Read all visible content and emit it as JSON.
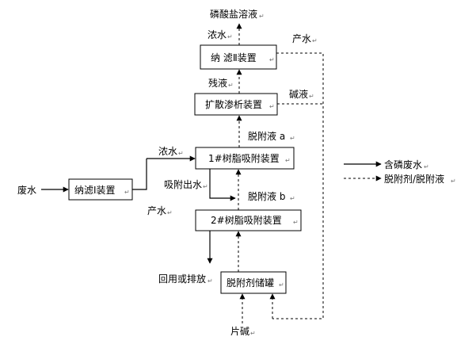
{
  "boxes": {
    "nf1": "纳滤Ⅰ装置",
    "nf2": "纳 滤Ⅱ装置",
    "diffusion": "扩散渗析装置",
    "resin1": "1#树脂吸附装置",
    "resin2": "2#树脂吸附装置",
    "tank": "脱附剂储罐"
  },
  "labels": {
    "phosphate_out": "磷酸盐溶液",
    "conc_water_top": "浓水",
    "prod_water_top": "产水",
    "residue": "残液",
    "alkali": "碱液",
    "desorb_a": "脱附液 a",
    "conc_water_mid": "浓水",
    "adsorb_out": "吸附出水",
    "desorb_b": "脱附液 b",
    "wastewater": "废水",
    "prod_water_left": "产水",
    "reuse": "回用或排放",
    "flake_alkali": "片碱"
  },
  "legend": {
    "solid": "含磷废水",
    "dashed": "脱附剂/脱附液"
  },
  "marker": "↵"
}
